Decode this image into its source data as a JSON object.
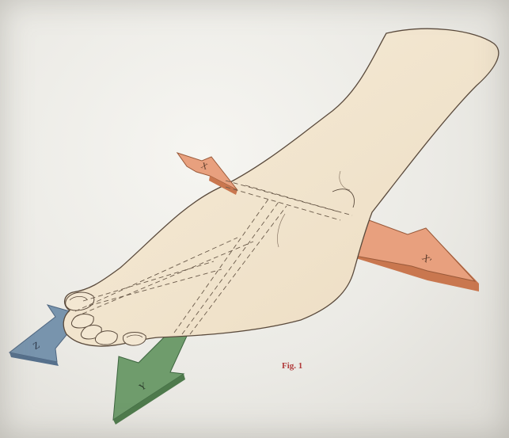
{
  "figure": {
    "caption": "Fig. 1",
    "axes": [
      {
        "id": "x",
        "label": "X",
        "color": "#e8a07e"
      },
      {
        "id": "x-prime",
        "label": "X'",
        "color": "#e8a07e"
      },
      {
        "id": "y",
        "label": "Y",
        "color": "#6f9c6c"
      },
      {
        "id": "z",
        "label": "Z",
        "color": "#7894ad"
      }
    ],
    "colors": {
      "skin": "#f2e5cf",
      "outline": "#5a4a3c",
      "caption": "#b03a3a"
    }
  }
}
